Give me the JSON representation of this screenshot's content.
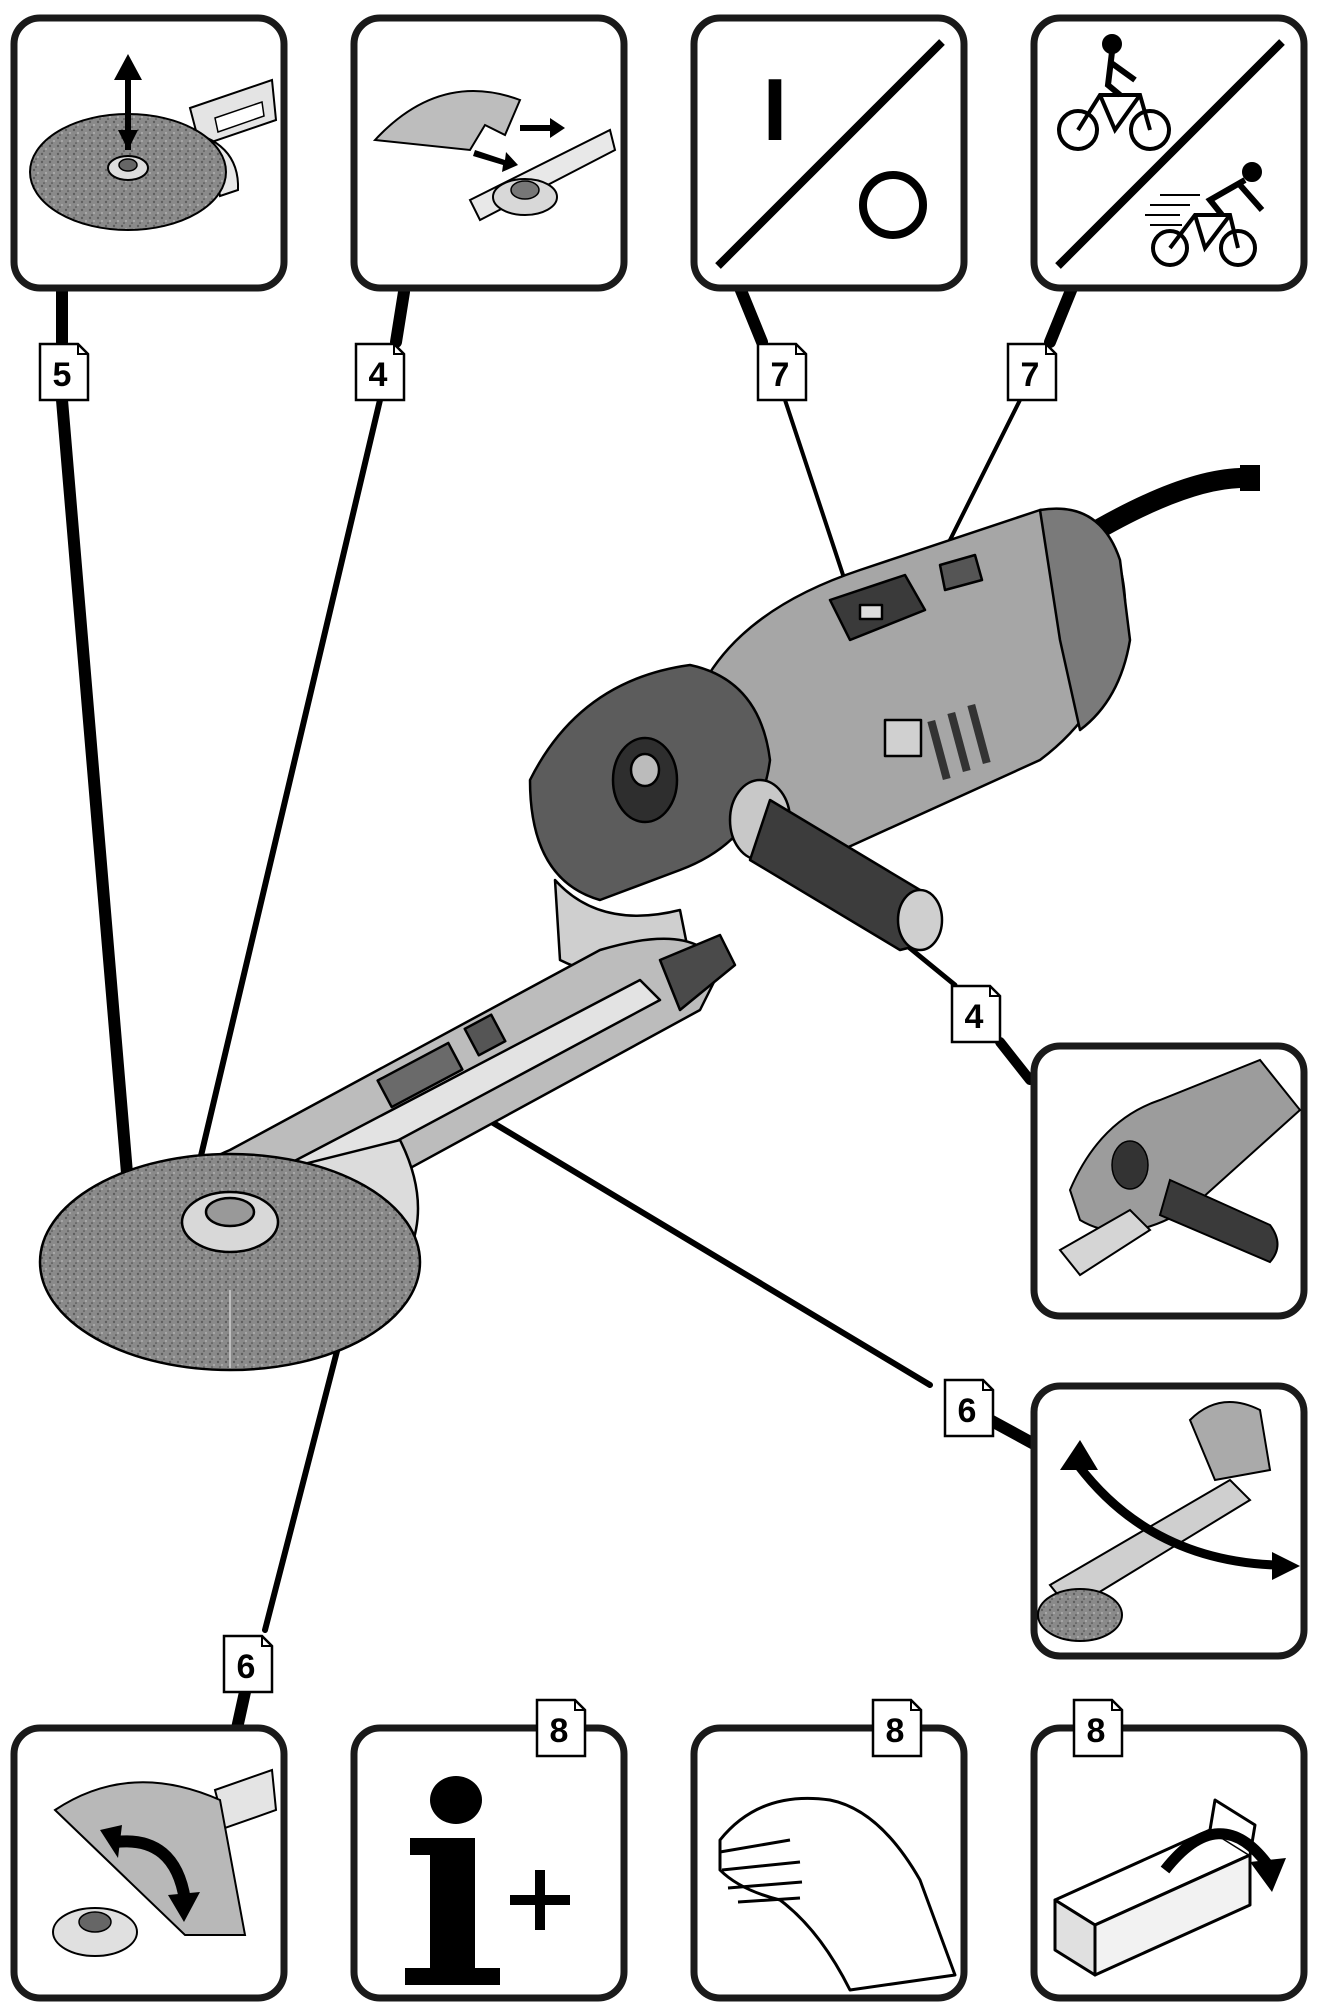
{
  "labels": {
    "top_left_1": "5",
    "top_left_2": "4",
    "top_right_1": "7",
    "top_right_2": "7",
    "handle": "4",
    "arm_right": "6",
    "guard_bottom": "6",
    "info": "8",
    "hand": "8",
    "box": "8"
  },
  "panels": {
    "onoff_on_symbol": "I",
    "info_symbol": "i+"
  },
  "colors": {
    "line": "#000000",
    "panel_border": "#1a1a1a",
    "body_gray": "#9e9e9e",
    "dark_gray": "#4a4a4a",
    "light_gray": "#d6d6d6"
  }
}
